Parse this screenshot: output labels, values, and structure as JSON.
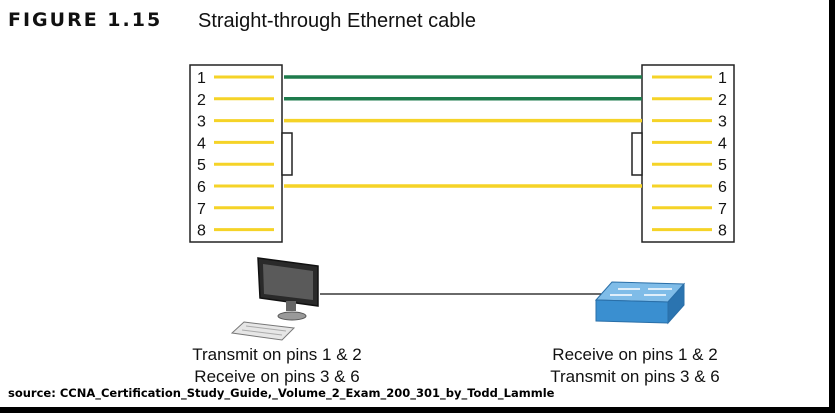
{
  "figure": {
    "label": "FIGURE 1.15",
    "title": "Straight-through Ethernet cable"
  },
  "left_connector": {
    "pins": [
      "1",
      "2",
      "3",
      "4",
      "5",
      "6",
      "7",
      "8"
    ]
  },
  "right_connector": {
    "pins": [
      "1",
      "2",
      "3",
      "4",
      "5",
      "6",
      "7",
      "8"
    ]
  },
  "wires": [
    {
      "from_pin": 1,
      "to_pin": 1,
      "color": "#1e7b4c"
    },
    {
      "from_pin": 2,
      "to_pin": 2,
      "color": "#1e7b4c"
    },
    {
      "from_pin": 3,
      "to_pin": 3,
      "color": "#f5d327"
    },
    {
      "from_pin": 6,
      "to_pin": 6,
      "color": "#f5d327"
    }
  ],
  "stub_color": "#f5d327",
  "pc": {
    "caption_line1": "Transmit on pins 1 & 2",
    "caption_line2": "Receive on pins 3 & 6"
  },
  "switch": {
    "caption_line1": "Receive on pins 1 & 2",
    "caption_line2": "Transmit on pins 3 & 6",
    "color": "#3a8fd0"
  },
  "source_note": "source: CCNA_Certification_Study_Guide,_Volume_2_Exam_200_301_by_Todd_Lammle"
}
